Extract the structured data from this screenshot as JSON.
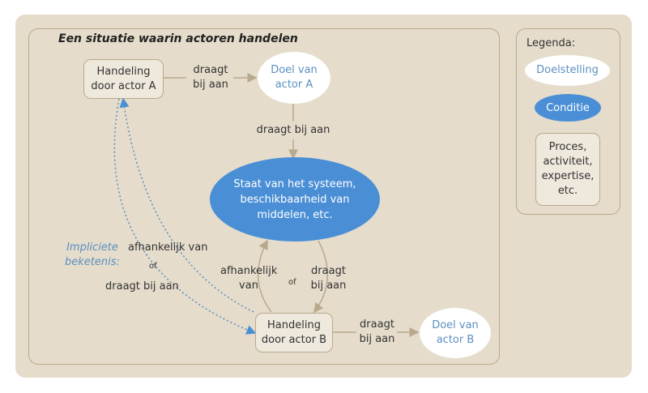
{
  "title": "Een situatie waarin actoren handelen",
  "nodes": {
    "action_a": "Handeling door actor A",
    "goal_a": "Doel van actor A",
    "system": "Staat van het systeem, beschikbaarheid van middelen, etc.",
    "action_b": "Handeling door actor B",
    "goal_b": "Doel van actor B"
  },
  "edges": {
    "a_to_goal_a": "draagt bij aan",
    "goal_a_to_system": "draagt bij aan",
    "b_dep_system": "afhankelijk van",
    "or1": "of",
    "b_contrib_system": "draagt bij aan",
    "b_to_goal_b": "draagt bij aan",
    "implicit_label": "Impliciete beketenis:",
    "implicit_dep": "afhankelijk van",
    "or2": "of",
    "implicit_contrib": "draagt bij aan"
  },
  "legend": {
    "title": "Legenda:",
    "goal": "Doelstelling",
    "condition": "Conditie",
    "process": "Proces, activiteit, expertise, etc."
  },
  "colors": {
    "background": "#e5dccb",
    "border": "#b8a98c",
    "condition": "#4a8fd6",
    "goal_text": "#5b8fc0",
    "box": "#efe8dc"
  }
}
